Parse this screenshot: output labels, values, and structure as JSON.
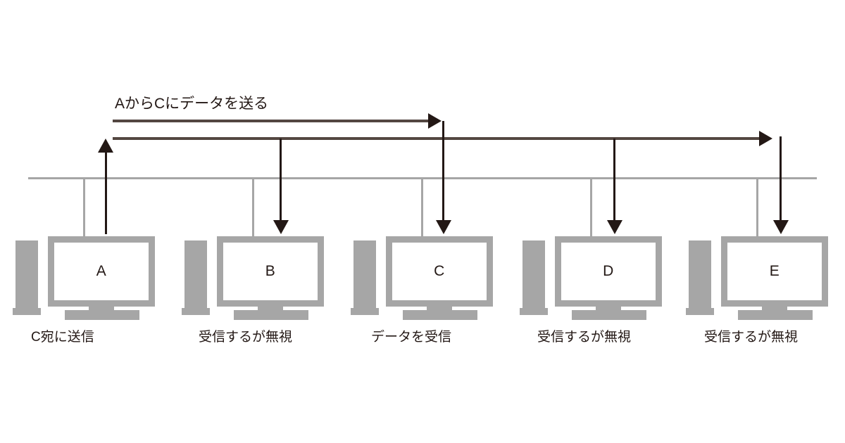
{
  "diagram": {
    "title": "AからCにデータを送る",
    "bus": {
      "label": "network-bus",
      "color": "#a6a6a6"
    },
    "colors": {
      "line": "#534741",
      "arrow": "#231815",
      "device": "#a6a6a6",
      "text": "#231815",
      "background": "#ffffff"
    },
    "nodes": [
      {
        "id": "A",
        "screen": "A",
        "caption": "C宛に送信",
        "role": "sender",
        "arrow_direction": "up"
      },
      {
        "id": "B",
        "screen": "B",
        "caption": "受信するが無視",
        "role": "ignorer",
        "arrow_direction": "down"
      },
      {
        "id": "C",
        "screen": "C",
        "caption": "データを受信",
        "role": "receiver",
        "arrow_direction": "down"
      },
      {
        "id": "D",
        "screen": "D",
        "caption": "受信するが無視",
        "role": "ignorer",
        "arrow_direction": "down"
      },
      {
        "id": "E",
        "screen": "E",
        "caption": "受信するが無視",
        "role": "ignorer",
        "arrow_direction": "down"
      }
    ],
    "flows": [
      {
        "name": "unicast-to-C",
        "from": "A",
        "to": "C",
        "style": "solid-arrow-right"
      },
      {
        "name": "broadcast-to-E",
        "from": "A",
        "to": "E",
        "style": "solid-arrow-right"
      }
    ]
  }
}
